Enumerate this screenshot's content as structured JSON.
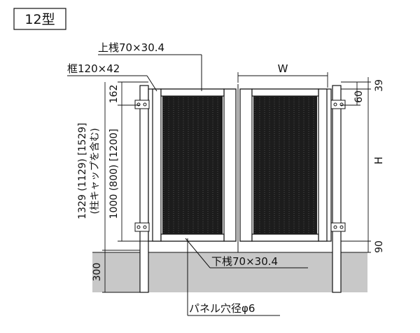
{
  "model_tag": "12型",
  "labels": {
    "top_rail": "上桟70×30.4",
    "frame": "框120×42",
    "bottom_rail": "下桟70×30.4",
    "panel_hole": "パネル穴径φ6"
  },
  "dimensions": {
    "width": "W",
    "height": "H",
    "top_offset": "39",
    "hinge_top": "60",
    "bottom_gap": "90",
    "top_hinge_height": "162",
    "ground_depth": "300",
    "gate_height": "1000 (800) [1200]",
    "post_height": "1329 (1129) [1529]",
    "post_note": "(柱キャップを含む)"
  },
  "colors": {
    "panel": "#1c1c1c",
    "ground": "#c8c8c8",
    "line": "#111111"
  }
}
